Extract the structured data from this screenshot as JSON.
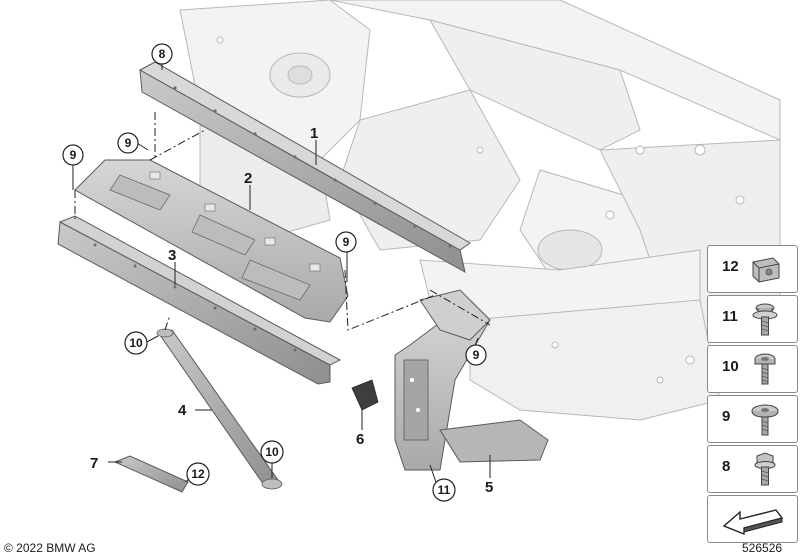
{
  "callouts": {
    "c1": "1",
    "c2": "2",
    "c3": "3",
    "c4": "4",
    "c5": "5",
    "c6": "6",
    "c7": "7"
  },
  "circled": {
    "c8": "8",
    "c9a": "9",
    "c9b": "9",
    "c9c": "9",
    "c9d": "9",
    "c10a": "10",
    "c10b": "10",
    "c11": "11",
    "c12": "12"
  },
  "legend": {
    "items": [
      {
        "number": "12",
        "icon": "clip-nut-icon"
      },
      {
        "number": "11",
        "icon": "hex-flange-bolt-icon"
      },
      {
        "number": "10",
        "icon": "torx-flange-screw-icon"
      },
      {
        "number": "9",
        "icon": "pan-head-screw-icon"
      },
      {
        "number": "8",
        "icon": "hex-bolt-icon"
      },
      {
        "number": "",
        "icon": "arrow-ref-icon"
      }
    ]
  },
  "footer": {
    "copyright": "© 2022 BMW AG",
    "diagram_id": "526526"
  },
  "colors": {
    "outline": "#5a5a5a",
    "chassis_fill": "#f2f2f2",
    "part_fill": "#c8c8c8",
    "part_dark": "#9c9c9c"
  }
}
